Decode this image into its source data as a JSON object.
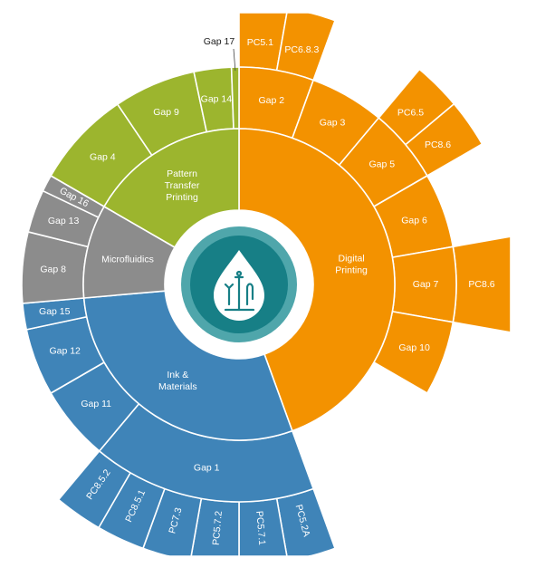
{
  "chart_data": {
    "type": "sunburst",
    "colors": {
      "Digital Printing": "#F39200",
      "Ink & Materials": "#3F84B8",
      "Microfluidics": "#8C8C8C",
      "Pattern Transfer Printing": "#9CB52E",
      "logo_outer": "#4FA6AB",
      "logo_inner": "#177F86"
    },
    "center_icon": "inkjet-droplet-logo-icon",
    "children": [
      {
        "name": "Digital Printing",
        "value": 16,
        "children": [
          {
            "name": "Gap 2",
            "value": 2,
            "children": [
              {
                "name": "PC5.1",
                "value": 1
              },
              {
                "name": "PC6.8.3",
                "value": 1
              }
            ]
          },
          {
            "name": "Gap 3",
            "value": 2
          },
          {
            "name": "Gap 5",
            "value": 2,
            "children": [
              {
                "name": "PC6.5",
                "value": 1
              },
              {
                "name": "PC8.6",
                "value": 1
              }
            ]
          },
          {
            "name": "Gap 6",
            "value": 2
          },
          {
            "name": "Gap 7",
            "value": 2,
            "children": [
              {
                "name": "PC8.6",
                "value": 2
              }
            ]
          },
          {
            "name": "Gap 10",
            "value": 2
          }
        ]
      },
      {
        "name": "Ink & Materials",
        "value": 10.5,
        "children": [
          {
            "name": "Gap 1",
            "value": 6,
            "children": [
              {
                "name": "PC5.2A",
                "value": 1
              },
              {
                "name": "PC5.7.1",
                "value": 1
              },
              {
                "name": "PC5.7.2",
                "value": 1
              },
              {
                "name": "PC7.3",
                "value": 1
              },
              {
                "name": "PC8.5.1",
                "value": 1
              },
              {
                "name": "PC8.5.2",
                "value": 1
              }
            ]
          },
          {
            "name": "Gap 11",
            "value": 2
          },
          {
            "name": "Gap 12",
            "value": 1.8
          },
          {
            "name": "Gap 15",
            "value": 0.7
          }
        ]
      },
      {
        "name": "Microfluidics",
        "value": 3.5,
        "children": [
          {
            "name": "Gap 8",
            "value": 1.9
          },
          {
            "name": "Gap 13",
            "value": 1.15
          },
          {
            "name": "Gap 16",
            "value": 0.45
          }
        ]
      },
      {
        "name": "Pattern Transfer Printing",
        "value": 6,
        "children": [
          {
            "name": "Gap 4",
            "value": 2.6
          },
          {
            "name": "Gap 9",
            "value": 2.2
          },
          {
            "name": "Gap 14",
            "value": 1.0
          },
          {
            "name": "Gap 17",
            "value": 0.2
          }
        ]
      }
    ]
  }
}
